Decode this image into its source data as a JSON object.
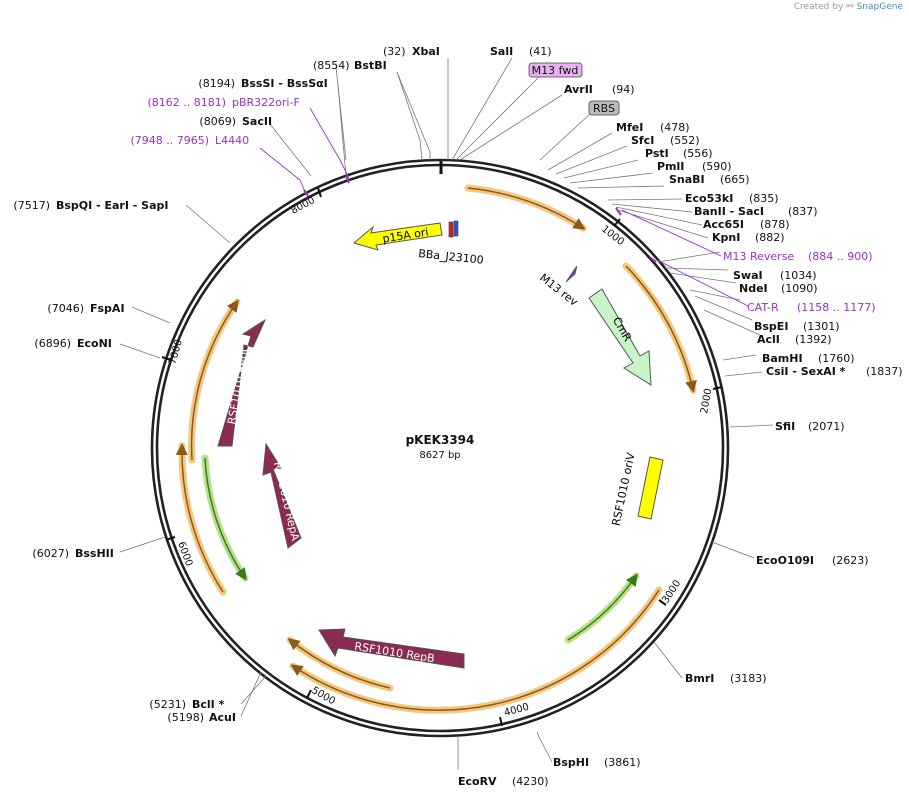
{
  "credit": {
    "prefix": "Created by",
    "brand": "SnapGene"
  },
  "plasmid": {
    "name": "pKEK3394",
    "length_label": "8627 bp"
  },
  "ticks": [
    "1000",
    "2000",
    "3000",
    "4000",
    "5000",
    "6000",
    "7000",
    "8000"
  ],
  "sites": [
    {
      "id": "xbai",
      "pos": "(32)",
      "name": "XbaI"
    },
    {
      "id": "bstbi",
      "pos": "(8554)",
      "name": "BstBI"
    },
    {
      "id": "sali",
      "name": "SalI",
      "pos": "(41)"
    },
    {
      "id": "m13fwd",
      "name": "M13 fwd",
      "pill": true
    },
    {
      "id": "avrii",
      "name": "AvrII",
      "pos": "(94)"
    },
    {
      "id": "rbs",
      "name": "RBS",
      "pill": true
    },
    {
      "id": "mfei",
      "name": "MfeI",
      "pos": "(478)"
    },
    {
      "id": "sfci",
      "name": "SfcI",
      "pos": "(552)"
    },
    {
      "id": "psti",
      "name": "PstI",
      "pos": "(556)"
    },
    {
      "id": "pmli",
      "name": "PmlI",
      "pos": "(590)"
    },
    {
      "id": "snabi",
      "name": "SnaBI",
      "pos": "(665)"
    },
    {
      "id": "eco53ki",
      "name": "Eco53kI",
      "pos": "(835)"
    },
    {
      "id": "banii",
      "name": "BanII  - SacI",
      "pos": "(837)"
    },
    {
      "id": "acc65i",
      "name": "Acc65I",
      "pos": "(878)"
    },
    {
      "id": "kpni",
      "name": "KpnI",
      "pos": "(882)"
    },
    {
      "id": "m13rev-site",
      "name": "M13 Reverse",
      "pos": "(884 .. 900)",
      "purple": true
    },
    {
      "id": "swai",
      "name": "SwaI",
      "pos": "(1034)"
    },
    {
      "id": "ndei",
      "name": "NdeI",
      "pos": "(1090)"
    },
    {
      "id": "catr",
      "name": "CAT-R",
      "pos": "(1158 .. 1177)",
      "purple": true
    },
    {
      "id": "bspei",
      "name": "BspEI",
      "pos": "(1301)"
    },
    {
      "id": "acli",
      "name": "AclI",
      "pos": "(1392)"
    },
    {
      "id": "bamhi",
      "name": "BamHI",
      "pos": "(1760)"
    },
    {
      "id": "csii",
      "name": "CsiI  - SexAI *",
      "pos": "(1837)"
    },
    {
      "id": "sfii",
      "name": "SfiI",
      "pos": "(2071)"
    },
    {
      "id": "eco0109i",
      "name": "EcoO109I",
      "pos": "(2623)"
    },
    {
      "id": "bmri",
      "name": "BmrI",
      "pos": "(3183)"
    },
    {
      "id": "bsphi",
      "name": "BspHI",
      "pos": "(3861)"
    },
    {
      "id": "ecorv",
      "name": "EcoRV",
      "pos": "(4230)"
    },
    {
      "id": "bcli",
      "pos": "(5231)",
      "name": "BclI *"
    },
    {
      "id": "acui",
      "pos": "(5198)",
      "name": "AcuI"
    },
    {
      "id": "bsshii",
      "pos": "(6027)",
      "name": "BssHII"
    },
    {
      "id": "econi",
      "pos": "(6896)",
      "name": "EcoNI"
    },
    {
      "id": "fspai",
      "pos": "(7046)",
      "name": "FspAI"
    },
    {
      "id": "bspqi",
      "pos": "(7517)",
      "name": "BspQI  - EarI  - SapI"
    },
    {
      "id": "l4440",
      "pos": "(7948 .. 7965)",
      "name": "L4440",
      "purple": true
    },
    {
      "id": "sacii",
      "pos": "(8069)",
      "name": "SacII"
    },
    {
      "id": "pbr322",
      "pos": "(8162 .. 8181)",
      "name": "pBR322ori-F",
      "purple": true
    },
    {
      "id": "bsssi",
      "pos": "(8194)",
      "name": "BssSI  - BssSαI"
    }
  ],
  "features": {
    "p15a": "p15A ori",
    "bba": "BBa_J23100",
    "m13rev": "M13 rev",
    "cmr": "CmR",
    "rsf_oriv": "RSF1010 oriV",
    "repc": "RSF1010 RepC",
    "repa": "RSF1010 RepA",
    "repb": "RSF1010 RepB"
  },
  "colors": {
    "backbone": "#222222",
    "purple": "#9b30c8",
    "orange_halo": "#f5c77e",
    "orange_line": "#8a5a1a",
    "green_halo": "#b8e08a",
    "green_line": "#3d7a1a",
    "rep_fill": "#8b2a52",
    "p15a_fill": "#ffff00",
    "cmr_fill": "#c8f5c8",
    "oriv_fill": "#ffff00"
  }
}
